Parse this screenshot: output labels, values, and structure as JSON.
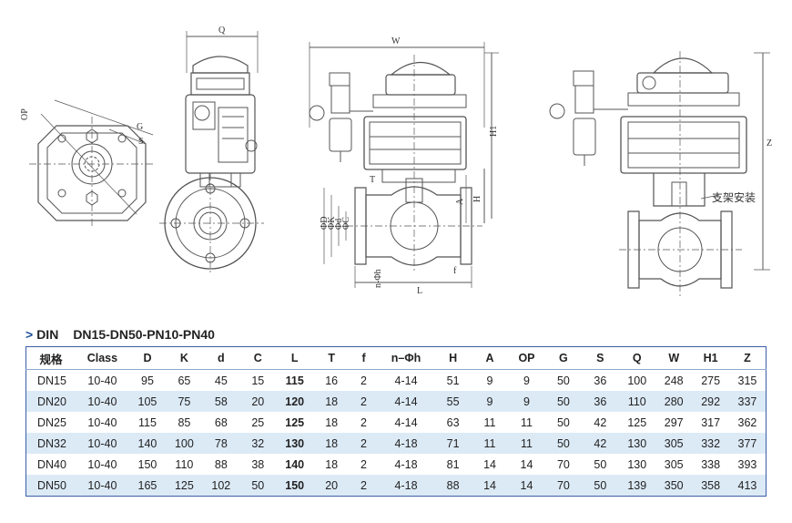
{
  "drawing": {
    "label_Q": "Q",
    "label_OP": "OP",
    "label_G": "G",
    "label_S": "S",
    "label_W": "W",
    "label_H1": "H1",
    "label_H": "H",
    "label_A": "A",
    "label_T": "T",
    "label_D": "ΦD",
    "label_K": "ΦK",
    "label_d": "Φd",
    "label_C": "ΦC",
    "label_nh": "n-Φh",
    "label_L": "L",
    "label_f": "f",
    "label_Z": "Z",
    "label_bracket": "支架安装"
  },
  "section": {
    "arrow": ">",
    "standard": "DIN",
    "range": "DN15-DN50-PN10-PN40"
  },
  "table": {
    "headers": [
      "规格",
      "Class",
      "D",
      "K",
      "d",
      "C",
      "L",
      "T",
      "f",
      "n–Φh",
      "H",
      "A",
      "OP",
      "G",
      "S",
      "Q",
      "W",
      "H1",
      "Z"
    ],
    "rows": [
      [
        "DN15",
        "10-40",
        "95",
        "65",
        "45",
        "15",
        "115",
        "16",
        "2",
        "4-14",
        "51",
        "9",
        "9",
        "50",
        "36",
        "100",
        "248",
        "275",
        "315"
      ],
      [
        "DN20",
        "10-40",
        "105",
        "75",
        "58",
        "20",
        "120",
        "18",
        "2",
        "4-14",
        "55",
        "9",
        "9",
        "50",
        "36",
        "110",
        "280",
        "292",
        "337"
      ],
      [
        "DN25",
        "10-40",
        "115",
        "85",
        "68",
        "25",
        "125",
        "18",
        "2",
        "4-14",
        "63",
        "11",
        "11",
        "50",
        "42",
        "125",
        "297",
        "317",
        "362"
      ],
      [
        "DN32",
        "10-40",
        "140",
        "100",
        "78",
        "32",
        "130",
        "18",
        "2",
        "4-18",
        "71",
        "11",
        "11",
        "50",
        "42",
        "130",
        "305",
        "332",
        "377"
      ],
      [
        "DN40",
        "10-40",
        "150",
        "110",
        "88",
        "38",
        "140",
        "18",
        "2",
        "4-18",
        "81",
        "14",
        "14",
        "70",
        "50",
        "130",
        "305",
        "338",
        "393"
      ],
      [
        "DN50",
        "10-40",
        "165",
        "125",
        "102",
        "50",
        "150",
        "20",
        "2",
        "4-18",
        "88",
        "14",
        "14",
        "70",
        "50",
        "139",
        "350",
        "358",
        "413"
      ]
    ]
  }
}
